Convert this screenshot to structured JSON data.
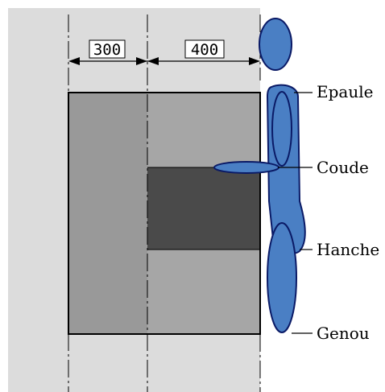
{
  "dimensions": {
    "left_width": "300",
    "right_width": "400"
  },
  "body_labels": {
    "shoulder": "Epaule",
    "elbow": "Coude",
    "hip": "Hanche",
    "knee": "Genou"
  },
  "colors": {
    "background_zone": "#dcdcdc",
    "panel_light": "#999999",
    "panel_mid": "#a6a6a6",
    "panel_dark": "#4a4a4a",
    "figure_fill": "#4a7fc4",
    "figure_stroke": "#0a1a66"
  }
}
